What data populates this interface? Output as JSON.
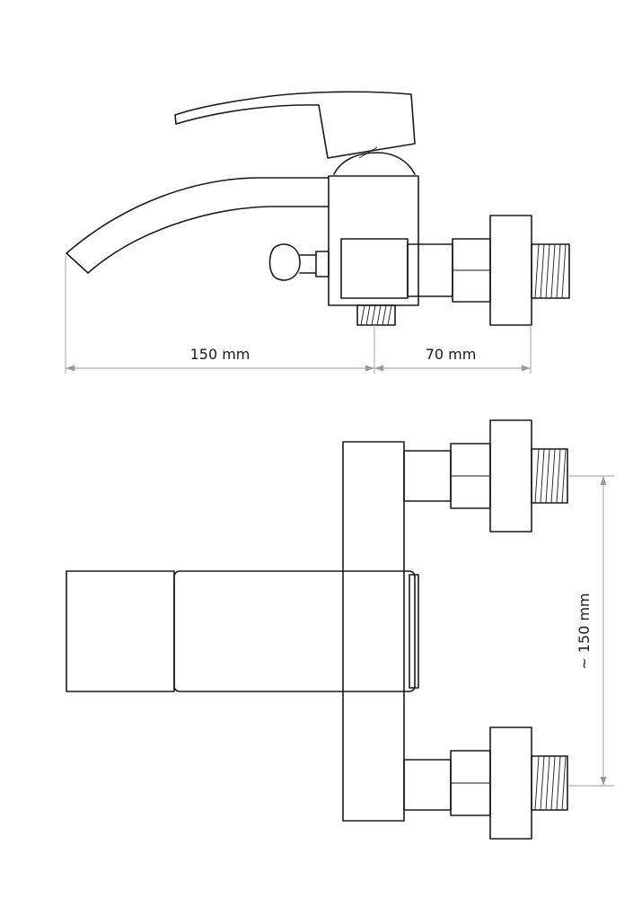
{
  "dimensions": {
    "spout_length": "150 mm",
    "wall_projection": "70 mm",
    "inlet_spacing": "~ 150 mm"
  },
  "colors": {
    "outline": "#1a1a1a",
    "dimension_line": "#9a9a9a",
    "background": "#ffffff"
  }
}
